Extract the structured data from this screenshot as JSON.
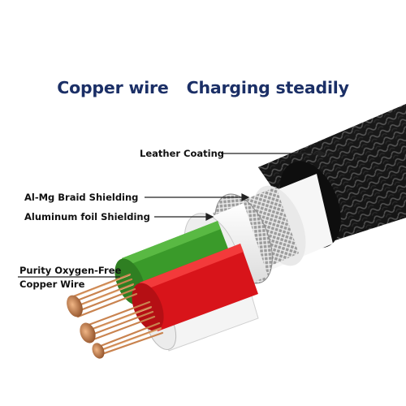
{
  "headline": {
    "left": "Copper wire",
    "right": "Charging steadily"
  },
  "labels": {
    "leather": "Leather Coating",
    "braid": "Al-Mg Braid Shielding",
    "foil": "Aluminum foil Shielding",
    "copper_line1": "Purity Oxygen-Free",
    "copper_line2": "Copper Wire"
  },
  "colors": {
    "headline": "#1b2f66",
    "jacket": "#1a1a1a",
    "braid": "#b8b8b8",
    "foil": "#f2f2f2",
    "wire_green": "#3a9a2a",
    "wire_red": "#d8141a",
    "wire_white": "#f4f4f4",
    "copper": "#c9834f"
  }
}
